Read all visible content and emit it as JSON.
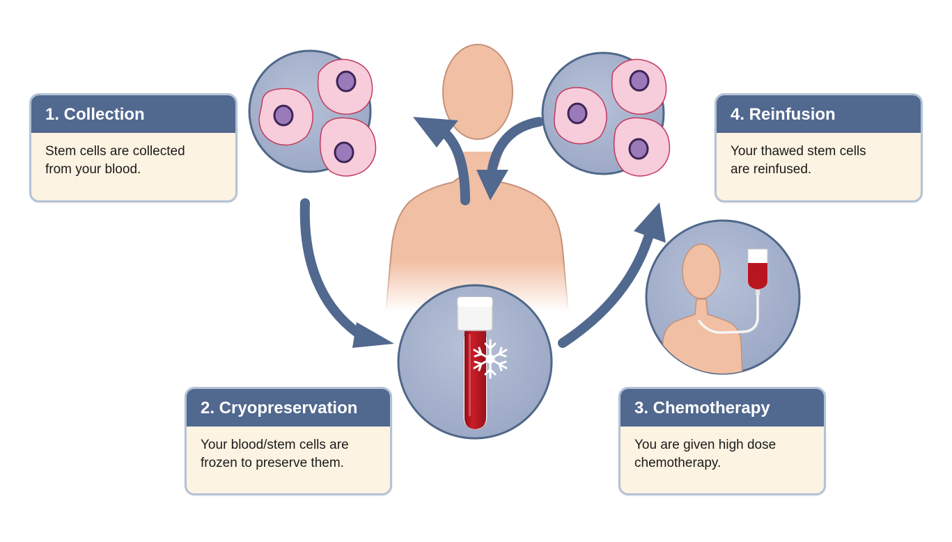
{
  "steps": [
    {
      "id": "collection",
      "title": "1. Collection",
      "text": "Stem cells are collected\nfrom your blood."
    },
    {
      "id": "cryopreservation",
      "title": "2. Cryopreservation",
      "text": "Your blood/stem cells are\nfrozen to preserve them."
    },
    {
      "id": "chemotherapy",
      "title": "3. Chemotherapy",
      "text": "You are given high dose\nchemotherapy."
    },
    {
      "id": "reinfusion",
      "title": "4. Reinfusion",
      "text": "Your thawed stem cells\nare reinfused."
    }
  ],
  "colors": {
    "card_header": "#51688f",
    "card_body": "#fdf3e2",
    "card_border": "#b4c2d6",
    "arrow": "#51688f",
    "circle_fill": "#a7b2cc",
    "circle_border": "#4f6788",
    "skin": "#f1bfa3",
    "skin_outline": "#c4917a",
    "cell_fill": "#f8cddb",
    "cell_outline": "#c03a5e",
    "nucleus": "#9a7ab8",
    "blood": "#b9151f"
  }
}
